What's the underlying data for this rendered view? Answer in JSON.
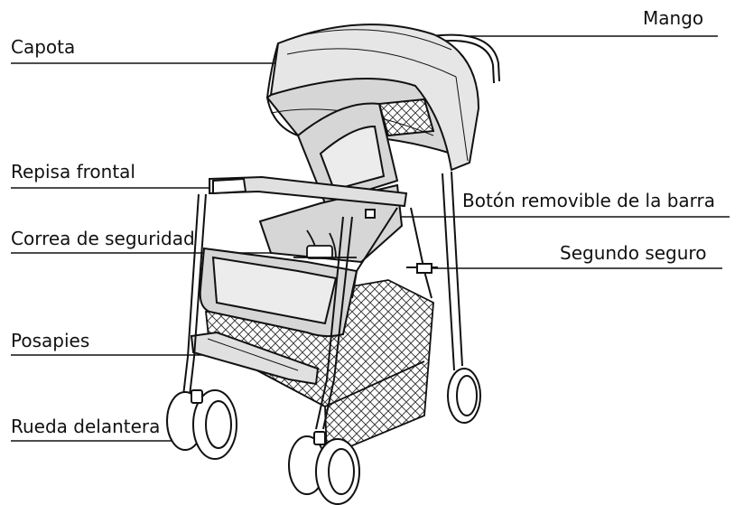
{
  "diagram": {
    "labels": {
      "mango": "Mango",
      "capota": "Capota",
      "repisa_frontal": "Repisa frontal",
      "boton_removible": "Botón removible de la barra",
      "correa_seguridad": "Correa de seguridad",
      "segundo_seguro": "Segundo seguro",
      "posapies": "Posapies",
      "rueda_delantera": "Rueda delantera"
    },
    "colors": {
      "ink": "#111111",
      "paper": "#ffffff",
      "shade": "#d6d6d6",
      "light_shade": "#ececec"
    }
  }
}
